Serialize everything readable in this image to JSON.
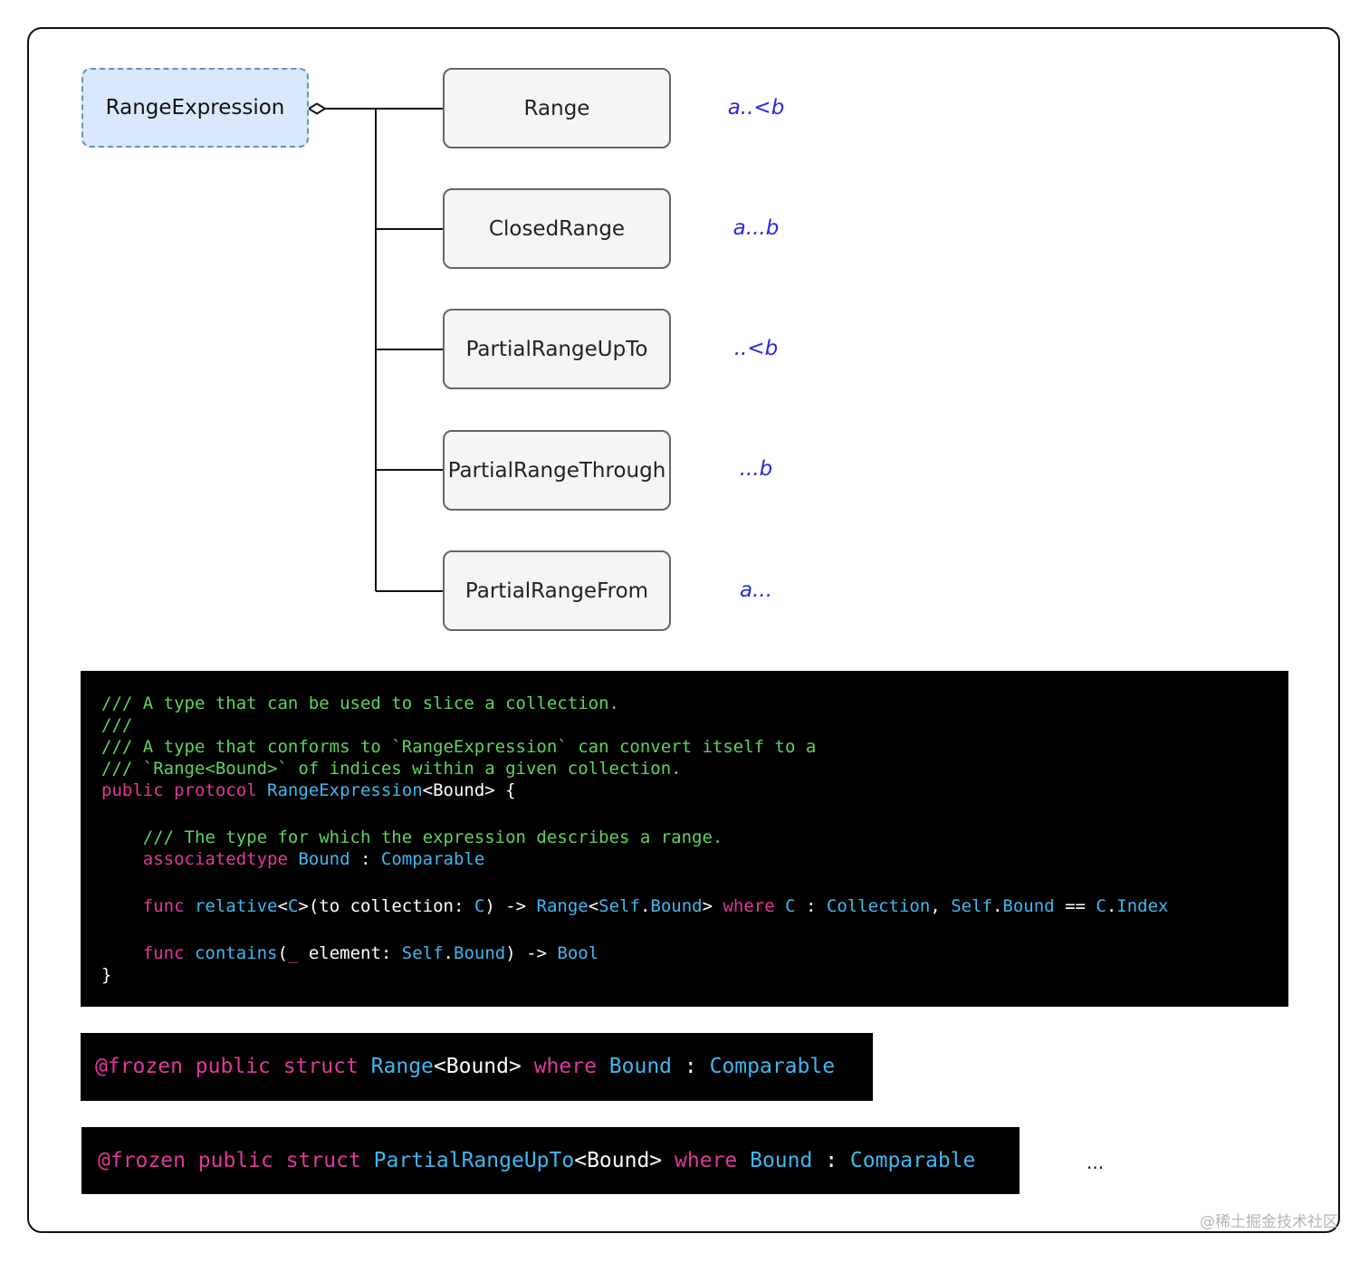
{
  "diagram": {
    "root": {
      "label": "RangeExpression"
    },
    "children": [
      {
        "label": "Range",
        "syntax": "a..<b"
      },
      {
        "label": "ClosedRange",
        "syntax": "a...b"
      },
      {
        "label": "PartialRangeUpTo",
        "syntax": "..<b"
      },
      {
        "label": "PartialRangeThrough",
        "syntax": "...b"
      },
      {
        "label": "PartialRangeFrom",
        "syntax": "a..."
      }
    ]
  },
  "code_protocol": {
    "comment1": "/// A type that can be used to slice a collection.",
    "comment2": "///",
    "comment3": "/// A type that conforms to `RangeExpression` can convert itself to a",
    "comment4": "/// `Range<Bound>` of indices within a given collection.",
    "decl_kw": "public protocol",
    "decl_name": "RangeExpression",
    "decl_rest": "<Bound> {",
    "comment5": "    /// The type for which the expression describes a range.",
    "assoc_kw": "    associatedtype",
    "assoc_name": "Bound",
    "assoc_colon": " : ",
    "assoc_type": "Comparable",
    "func1": {
      "kw": "    func",
      "name": "relative",
      "p1": "<",
      "t1": "C",
      "p2": ">(to collection: ",
      "t2": "C",
      "p3": ") -> ",
      "t3": "Range",
      "p4": "<",
      "t4": "Self",
      "p5": ".",
      "t5": "Bound",
      "p6": "> ",
      "kw2": "where",
      "sp1": " ",
      "t6": "C",
      "p7": " : ",
      "t7": "Collection",
      "p8": ", ",
      "t8": "Self",
      "p9": ".",
      "t9": "Bound",
      "p10": " == ",
      "t10": "C",
      "p11": ".",
      "t11": "Index"
    },
    "func2": {
      "kw": "    func",
      "name": "contains",
      "p1": "(",
      "kw2": "_",
      "p2": " element: ",
      "t1": "Self",
      "p3": ".",
      "t2": "Bound",
      "p4": ") -> ",
      "t3": "Bool"
    },
    "close": "}"
  },
  "code_range": {
    "kw": "@frozen public struct",
    "name": "Range",
    "p1": "<Bound> ",
    "kw2": "where",
    "t1": "Bound",
    "p2": " : ",
    "t2": "Comparable"
  },
  "code_partial": {
    "kw": "@frozen public struct",
    "name": "PartialRangeUpTo",
    "p1": "<Bound> ",
    "kw2": "where",
    "t1": "Bound",
    "p2": " : ",
    "t2": "Comparable"
  },
  "ellipsis": "...",
  "watermark": "@稀土掘金技术社区",
  "colors": {
    "comment": "#5fd35f",
    "keyword": "#e0399b",
    "type": "#3fb8f0",
    "syntax_text": "#2a2ad9",
    "root_fill": "#dae8fc",
    "root_border": "#6c8ebf",
    "child_fill": "#f5f5f5",
    "child_border": "#666666"
  }
}
